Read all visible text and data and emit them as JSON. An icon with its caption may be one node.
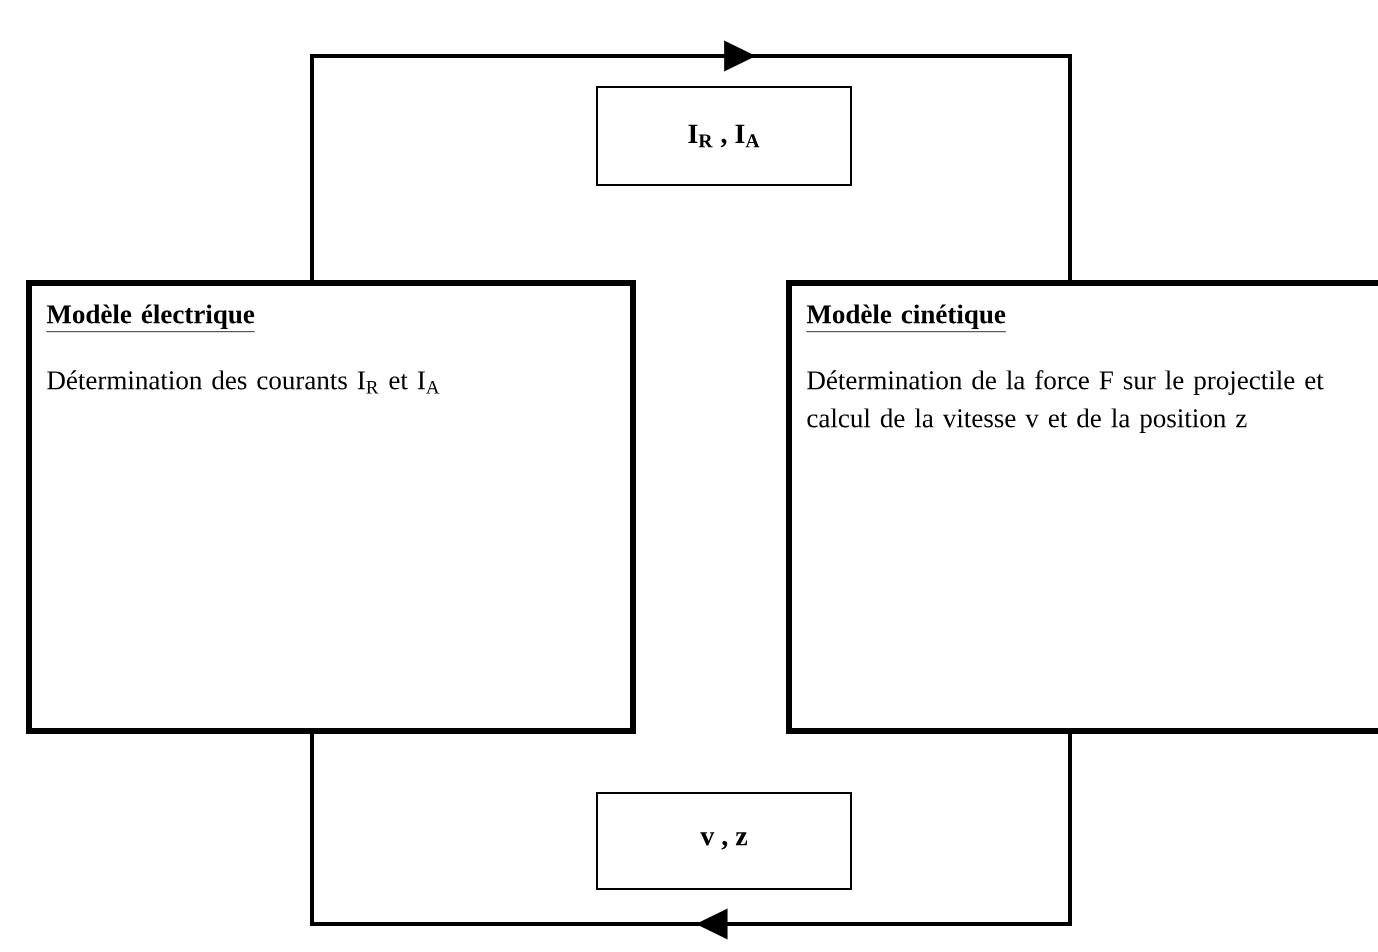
{
  "diagram": {
    "nodes": [
      {
        "text": [
          "Modèle électrique",
          "Détermination des courants I$_{R}$ et I$_{A}$"
        ]
      },
      {
        "text": [
          "Modèle cinétique",
          "Détermination de la force F sur le projectile et calcul de la vitesse v et de la position z"
        ]
      },
      {
        "text": [
          "I$_{R}$ , I$_{A}$"
        ]
      },
      {
        "text": [
          "v , z"
        ]
      }
    ],
    "edges": [
      {
        "from": 0,
        "to": 1,
        "arrow": "to"
      },
      {
        "from": 1,
        "to": 0,
        "arrow": "to"
      }
    ]
  }
}
